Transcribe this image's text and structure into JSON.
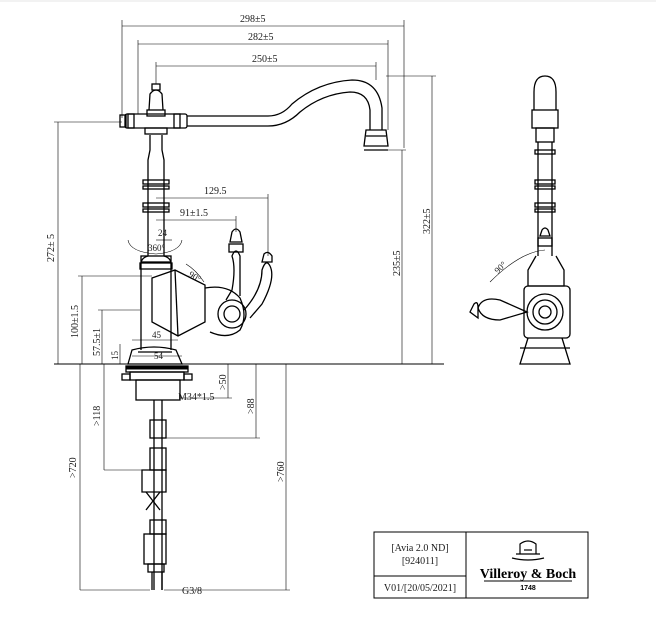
{
  "dimensions": {
    "width_overall": "298±5",
    "width_spout_outer": "282±5",
    "width_spout_inner": "250±5",
    "lever_reach": "129.5",
    "lever_offset": "91±1.5",
    "lever_small": "24",
    "rotation": "360°",
    "lever_angle": "90°",
    "height_total": "272± 5",
    "height_outlet": "235±5",
    "height_top": "322±5",
    "height_lever": "100±1.5",
    "height_base": "57.5±1",
    "base_15": "15",
    "base_45": "45",
    "base_54": "54",
    "thread": "M34*1.5",
    "min_50": ">50",
    "min_88": ">88",
    "min_118": ">118",
    "min_720": ">720",
    "min_760": ">760",
    "connection": "G3/8",
    "side_angle": "90°"
  },
  "title_block": {
    "product": "[Avia 2.0 ND]",
    "article": "[924011]",
    "version": "V01/[20/05/2021]",
    "brand": "Villeroy & Boch",
    "year": "1748"
  }
}
